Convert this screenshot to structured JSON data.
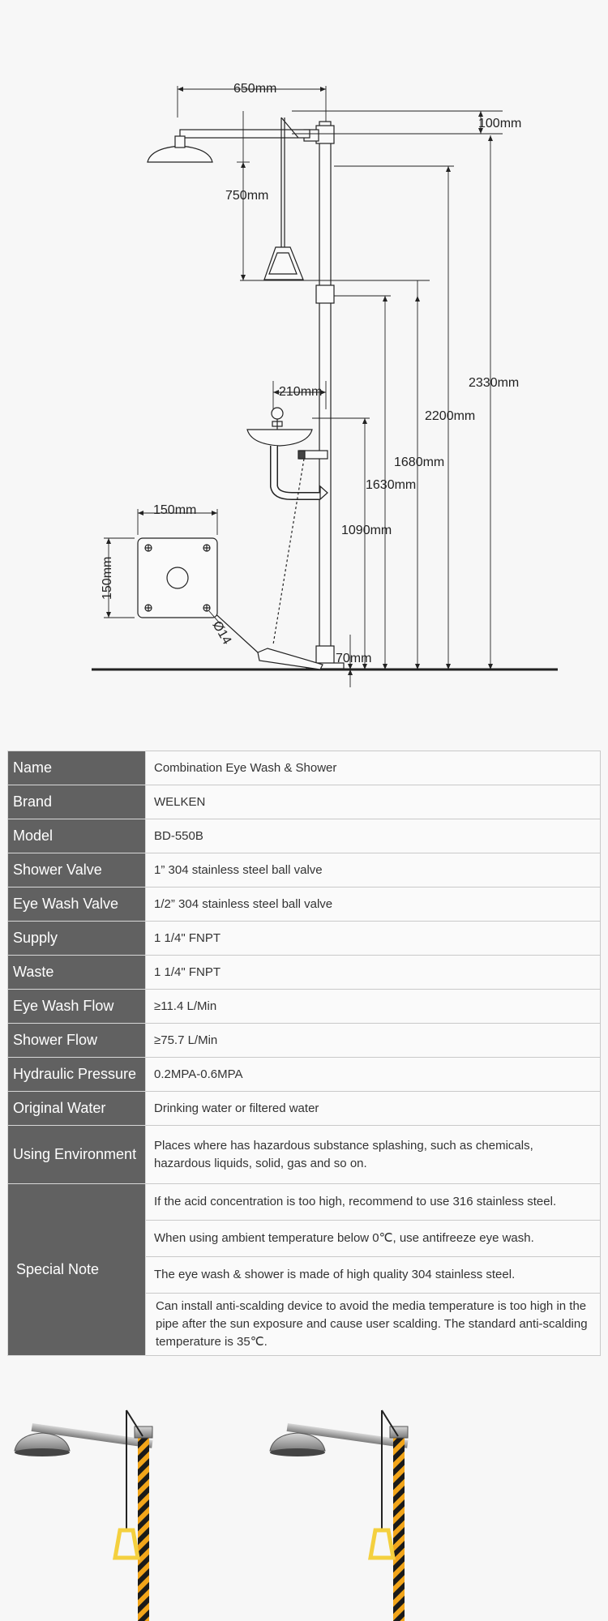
{
  "diagram": {
    "dims": {
      "d650": "650mm",
      "d100": "100mm",
      "d750": "750mm",
      "d2330": "2330mm",
      "d2200": "2200mm",
      "d1680": "1680mm",
      "d1630": "1630mm",
      "d1090": "1090mm",
      "d210": "210mm",
      "d150h": "150mm",
      "d150v": "150mm",
      "d70": "70mm",
      "dhole": "Ø14"
    }
  },
  "specs": {
    "rows": [
      {
        "label": "Name",
        "value": "Combination Eye Wash & Shower"
      },
      {
        "label": "Brand",
        "value": "WELKEN"
      },
      {
        "label": "Model",
        "value": "BD-550B"
      },
      {
        "label": "Shower Valve",
        "value": "1” 304 stainless steel ball valve"
      },
      {
        "label": "Eye Wash Valve",
        "value": "1/2” 304 stainless steel ball valve"
      },
      {
        "label": "Supply",
        "value": "1 1/4\" FNPT"
      },
      {
        "label": "Waste",
        "value": "1 1/4\" FNPT"
      },
      {
        "label": "Eye Wash Flow",
        "value": "≥11.4 L/Min"
      },
      {
        "label": "Shower Flow",
        "value": "≥75.7 L/Min"
      },
      {
        "label": "Hydraulic Pressure",
        "value": "0.2MPA-0.6MPA"
      },
      {
        "label": "Original Water",
        "value": "Drinking water or filtered water"
      },
      {
        "label": "Using Environment",
        "value": "Places where has hazardous substance splashing, such as chemicals, hazardous liquids, solid, gas and so on."
      }
    ],
    "special_note": {
      "label": "Special Note",
      "items": [
        "If the acid concentration is too high, recommend to use 316 stainless steel.",
        "When using ambient temperature below 0℃, use antifreeze eye wash.",
        "The eye wash & shower is made of high quality 304 stainless steel.",
        "Can install anti-scalding device to avoid the media temperature is too high in the pipe after the sun exposure and cause user scalding. The standard anti-scalding temperature is 35℃."
      ]
    }
  },
  "colors": {
    "label_bg": "#616161",
    "stripe_yellow": "#f2a51a",
    "stripe_black": "#1a1a1a",
    "handle_yellow": "#f4d03f"
  }
}
